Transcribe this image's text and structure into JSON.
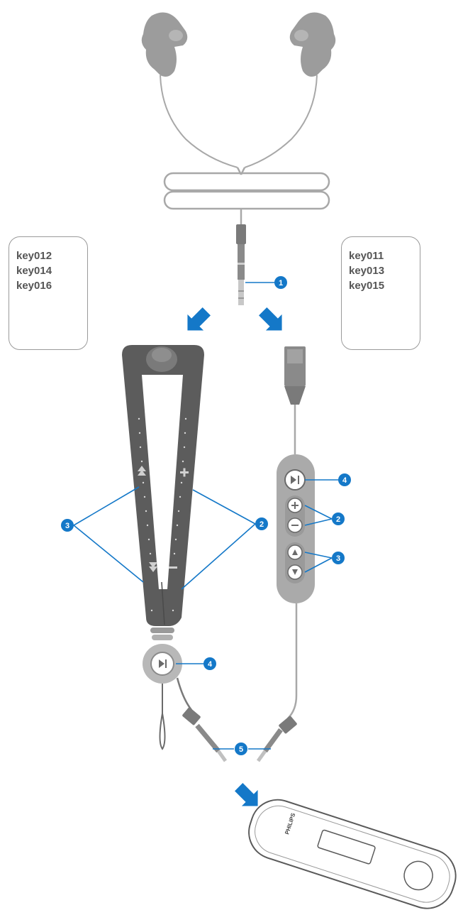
{
  "key_boxes": {
    "left": [
      "key012",
      "key014",
      "key016"
    ],
    "right": [
      "key011",
      "key013",
      "key015"
    ]
  },
  "callouts": [
    "1",
    "2",
    "3",
    "4",
    "5"
  ],
  "device_label": "PHILIPS",
  "colors": {
    "accent": "#1478c8",
    "lanyard": "#5c5c5c",
    "earphone": "#9c9c9c",
    "cable": "#a8a8a8"
  }
}
